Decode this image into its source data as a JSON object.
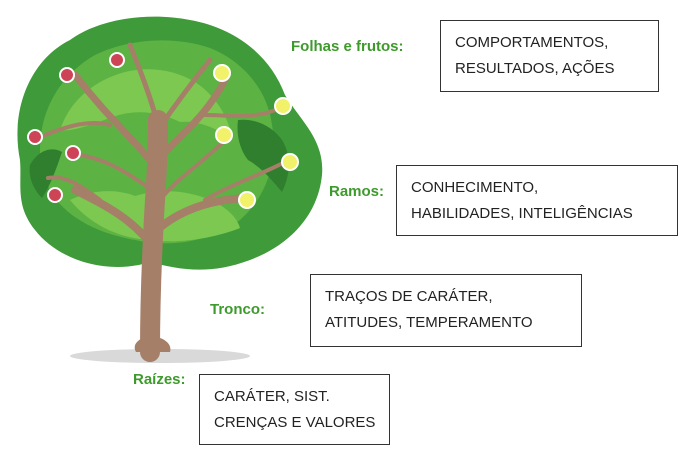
{
  "layers": [
    {
      "key": "folhas",
      "label": "Folhas e frutos:",
      "lines": [
        "COMPORTAMENTOS,",
        "RESULTADOS, AÇÕES"
      ]
    },
    {
      "key": "ramos",
      "label": "Ramos:",
      "lines": [
        "CONHECIMENTO,",
        "HABILIDADES, INTELIGÊNCIAS"
      ]
    },
    {
      "key": "tronco",
      "label": "Tronco:",
      "lines": [
        "TRAÇOS DE CARÁTER,",
        "ATITUDES, TEMPERAMENTO"
      ]
    },
    {
      "key": "raizes",
      "label": "Raízes:",
      "lines": [
        "CARÁTER, SIST.",
        "CRENÇAS E VALORES"
      ]
    }
  ],
  "colors": {
    "label": "#3e9a2c",
    "foliage_dark": "#3f9a3a",
    "foliage_light": "#7cc850",
    "trunk": "#a57f67",
    "fruit_red": "#cc4455",
    "fruit_yellow": "#f1f16a"
  }
}
